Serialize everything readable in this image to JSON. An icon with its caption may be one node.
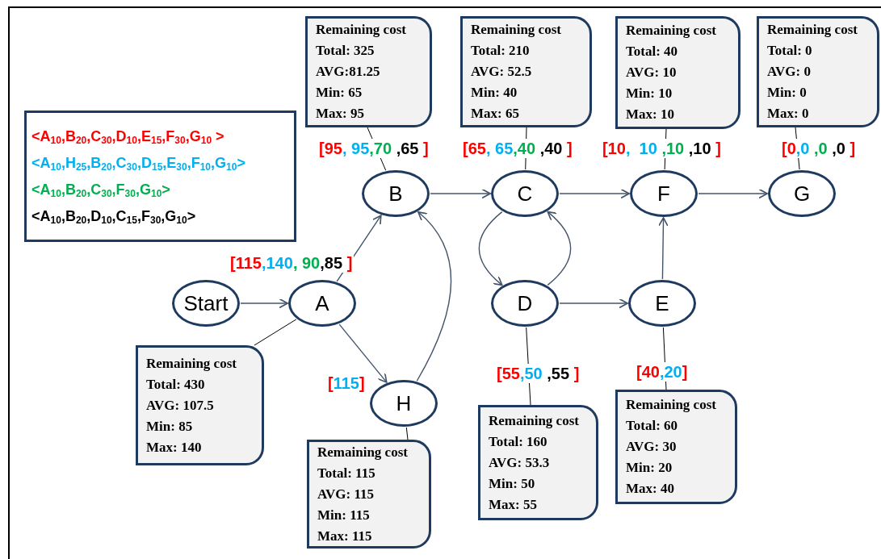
{
  "diagram": {
    "nodes": [
      {
        "text": [
          "Start"
        ]
      },
      {
        "text": [
          "A"
        ],
        "beside": [
          "[115,140, 90,85 ]"
        ]
      },
      {
        "text": [
          "B"
        ],
        "beside": [
          "[95, 95,70 ,65 ]"
        ]
      },
      {
        "text": [
          "C"
        ],
        "beside": [
          "[65, 65,40 ,40 ]"
        ]
      },
      {
        "text": [
          "D"
        ]
      },
      {
        "text": [
          "E"
        ]
      },
      {
        "text": [
          "F"
        ],
        "beside": [
          "[10,  10 ,10 ,10 ]"
        ]
      },
      {
        "text": [
          "G"
        ],
        "beside": [
          "[0,0 ,0 ,0 ]"
        ]
      },
      {
        "text": [
          "H"
        ],
        "beside": [
          "[115]"
        ]
      },
      {
        "text": [
          "Remaining cost",
          "Total: 325",
          "AVG:81.25",
          "Min: 65",
          "Max: 95"
        ]
      },
      {
        "text": [
          "Remaining cost",
          "Total: 210",
          "AVG: 52.5",
          "Min: 40",
          "Max: 65"
        ]
      },
      {
        "text": [
          "Remaining cost",
          "Total: 40",
          "AVG: 10",
          "Min: 10",
          "Max: 10"
        ]
      },
      {
        "text": [
          "Remaining cost",
          "Total: 0",
          "AVG: 0",
          "Min: 0",
          "Max: 0"
        ]
      },
      {
        "text": [
          "Remaining cost",
          "Total: 430",
          "AVG: 107.5",
          "Min: 85",
          "Max: 140"
        ]
      },
      {
        "text": [
          "Remaining cost",
          "Total: 115",
          "AVG: 115",
          "Min: 115",
          "Max: 115"
        ]
      },
      {
        "text": [
          "Remaining cost",
          "Total: 160",
          "AVG: 53.3",
          "Min: 50",
          "Max: 55"
        ]
      },
      {
        "text": [
          "Remaining cost",
          "Total: 60",
          "AVG: 30",
          "Min: 20",
          "Max: 40"
        ]
      }
    ],
    "edges": [
      {
        "from": 0,
        "to": 1,
        "arrow": "to"
      },
      {
        "from": 1,
        "to": 2,
        "arrow": "to"
      },
      {
        "from": 1,
        "to": 8,
        "arrow": "to"
      },
      {
        "from": 8,
        "to": 2,
        "arrow": "to"
      },
      {
        "from": 2,
        "to": 3,
        "arrow": "to"
      },
      {
        "from": 3,
        "to": 6,
        "arrow": "to"
      },
      {
        "from": 3,
        "to": 4,
        "arrow": "to"
      },
      {
        "from": 4,
        "to": 3,
        "arrow": "to"
      },
      {
        "from": 4,
        "to": 5,
        "arrow": "to"
      },
      {
        "from": 5,
        "to": 6,
        "arrow": "to"
      },
      {
        "from": 6,
        "to": 7,
        "arrow": "to"
      },
      {
        "from": 9,
        "to": 2,
        "arrow": "none",
        "color": "#000000"
      },
      {
        "from": 10,
        "to": 3,
        "arrow": "none",
        "color": "#000000"
      },
      {
        "from": 11,
        "to": 6,
        "arrow": "none",
        "color": "#000000"
      },
      {
        "from": 12,
        "to": 7,
        "arrow": "none",
        "color": "#000000"
      },
      {
        "from": 13,
        "to": 1,
        "arrow": "none",
        "color": "#000000"
      },
      {
        "from": 14,
        "to": 8,
        "arrow": "none",
        "color": "#000000"
      },
      {
        "from": 15,
        "to": 4,
        "arrow": "none",
        "color": "#000000"
      },
      {
        "from": 16,
        "to": 5,
        "arrow": "none",
        "color": "#000000"
      }
    ],
    "labels": [
      "[55,50 ,55 ]",
      "[40,20]"
    ],
    "legend": [
      {
        "text": "<A$_{10}$,B$_{20}$,C$_{30}$,D$_{10}$,E$_{15}$,F$_{30}$,G$_{10}$ >",
        "color": "#ff0000"
      },
      {
        "text": "<A$_{10}$,H$_{25}$,B$_{20}$,C$_{30}$,D$_{15}$,E$_{30}$,F$_{10}$,G$_{10}$>",
        "color": "#00b0f0"
      },
      {
        "text": "<A$_{10}$,B$_{20}$,C$_{30}$,F$_{30}$,G$_{10}$>",
        "color": "#00b050"
      },
      {
        "text": "<A$_{10}$,B$_{20}$,D$_{10}$,C$_{15}$,F$_{30}$,G$_{10}$>",
        "color": "#000000"
      }
    ]
  }
}
